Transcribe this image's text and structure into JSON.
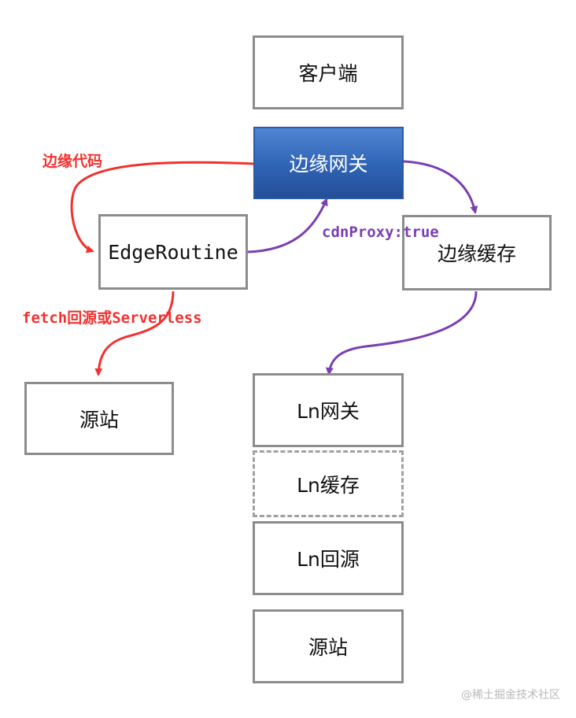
{
  "nodes": {
    "client": "客户端",
    "edge_gateway": "边缘网关",
    "edge_routine": "EdgeRoutine",
    "edge_cache": "边缘缓存",
    "origin_left": "源站",
    "ln_gateway": "Ln网关",
    "ln_cache": "Ln缓存",
    "ln_back_to_origin": "Ln回源",
    "origin_right": "源站"
  },
  "edge_labels": {
    "edge_code": "边缘代码",
    "fetch_or_serverless": "fetch回源或Serverless",
    "cdn_proxy": "cdnProxy:true"
  },
  "watermark": "@稀土掘金技术社区",
  "colors": {
    "red_edge": "#f2312f",
    "purple_edge": "#7a3fb3",
    "gateway_fill": "#2f63b4",
    "box_border": "#8c8c8c"
  }
}
